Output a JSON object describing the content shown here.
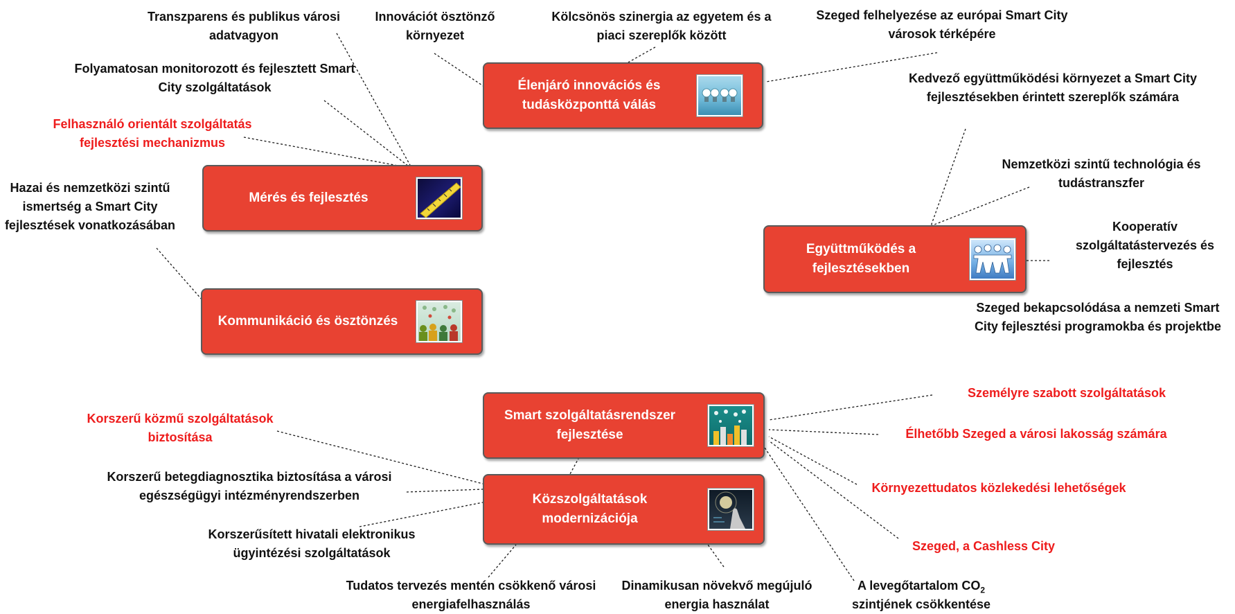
{
  "nodes": {
    "innovation": {
      "label": "Élenjáró innovációs és tudásközponttá válás",
      "icon": "light-bulbs-icon"
    },
    "measurement": {
      "label": "Mérés és fejlesztés",
      "icon": "measuring-tape-icon"
    },
    "communication": {
      "label": "Kommunikáció és ösztönzés",
      "icon": "crowd-icon"
    },
    "cooperation": {
      "label": "Együttműködés a fejlesztésekben",
      "icon": "paper-people-chain-icon"
    },
    "smart_services": {
      "label": "Smart szolgáltatásrendszer fejlesztése",
      "icon": "city-icons-icon"
    },
    "public_services": {
      "label": "Közszolgáltatások modernizációja",
      "icon": "touch-hand-icon"
    }
  },
  "leaves": {
    "transparent_assets": "Transzparens és publikus városi adatvagyon",
    "innovation_env": "Innovációt ösztönző környezet",
    "synergy": "Kölcsönös szinergia az egyetem és a piaci szereplők között",
    "european_map": "Szeged felhelyezése az európai Smart City városok térképére",
    "monitored_services": "Folyamatosan monitorozott és fejlesztett Smart City szolgáltatások",
    "user_oriented": "Felhasználó orientált szolgáltatás fejlesztési mechanizmus",
    "awareness": "Hazai és nemzetközi szintű ismertség a Smart City fejlesztések vonatkozásában",
    "favorable_env": "Kedvező együttműködési környezet a Smart City fejlesztésekben érintett szereplők számára",
    "tech_transfer": "Nemzetközi szintű technológia és tudástranszfer",
    "cooperative_design": "Kooperatív szolgáltatástervezés és fejlesztés",
    "national_programs": "Szeged bekapcsolódása a nemzeti Smart City fejlesztési programokba és projektbe",
    "personalized": "Személyre szabott szolgáltatások",
    "livable": "Élhetőbb Szeged a városi lakosság számára",
    "utilities": "Korszerű közmű szolgáltatások biztosítása",
    "transport": "Környezettudatos közlekedési lehetőségek",
    "diagnostics": "Korszerű betegdiagnosztika biztosítása a városi egészségügyi intézményrendszerben",
    "cashless": "Szeged, a Cashless City",
    "e_admin": "Korszerűsített hivatali elektronikus ügyintézési szolgáltatások",
    "energy_reduction": "Tudatos tervezés mentén csökkenő városi energiafelhasználás",
    "renewable": "Dinamikusan növekvő megújuló energia használat",
    "co2_pre": "A levegőtartalom CO",
    "co2_sub": "2",
    "co2_post": "szintjének csökkentése"
  },
  "colors": {
    "node_fill": "#e84232",
    "node_border": "#5a5a5a",
    "leaf_text": "#111111",
    "leaf_highlight": "#ee1c1c"
  }
}
